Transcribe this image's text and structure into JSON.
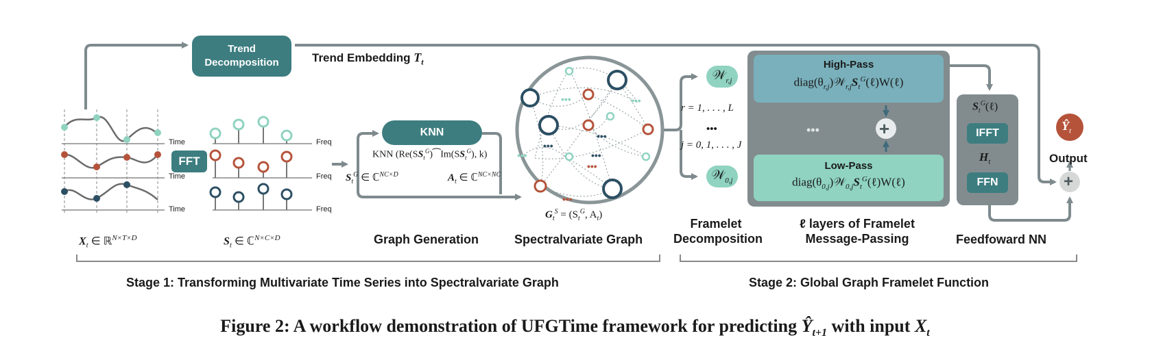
{
  "colors": {
    "teal_dark": "#3d7d80",
    "teal_mid": "#79b0bb",
    "teal_light": "#8fd3c0",
    "gray_panel": "#828c8f",
    "navy": "#2c4f63",
    "rust": "#b5533a",
    "mint": "#88cbb3",
    "arrow": "#7e8a8d"
  },
  "trend": {
    "box_label_1": "Trend",
    "box_label_2": "Decomposition",
    "embedding_label": "Trend Embedding",
    "embedding_symbol": "T",
    "embedding_sub": "t"
  },
  "input": {
    "axis_label": "Time",
    "symbol": "X",
    "symbol_sub": "t",
    "domain": " ∈ ℝ",
    "dims": "N×T×D"
  },
  "fft": {
    "label": "FFT",
    "axis_label": "Freq",
    "symbol": "S",
    "symbol_sub": "t",
    "domain": " ∈ ℂ",
    "dims": "N×C×D"
  },
  "graph_generation": {
    "knn_label": "KNN",
    "knn_formula": "KNN (Re(S",
    "knn_formula_mid": ")⁀Im(S",
    "knn_formula_end": "), k)",
    "sg_symbol": "S",
    "sg_domain": " ∈ ℂ",
    "sg_dims": "NC×D",
    "a_symbol": "A",
    "a_domain": " ∈ ℂ",
    "a_dims": "NC×NC",
    "title": "Graph Generation"
  },
  "spectral_graph": {
    "formula": "G",
    "formula_rest": " = (S",
    "formula_end": ", A",
    "formula_close": ")",
    "title": "Spectralvariate Graph"
  },
  "framelet": {
    "w_rj": "𝒲",
    "w_rj_sub": "r,j",
    "w_0j": "𝒲",
    "w_0j_sub": "0,j",
    "r_range": "r = 1, . . . , L",
    "dots": "•••",
    "j_range": "j = 0, 1, . . . , J",
    "title_1": "Framelet",
    "title_2": "Decomposition"
  },
  "message_passing": {
    "high_title": "High-Pass",
    "high_formula": "diag(θ",
    "high_formula_sub": "r,j",
    "high_formula_rest": ")𝒲",
    "high_formula_rest_sub": "r,j",
    "high_formula_end": "S",
    "high_formula_tail": "(ℓ)W(ℓ)",
    "low_title": "Low-Pass",
    "low_formula": "diag(θ",
    "low_formula_sub": "0,j",
    "low_formula_rest": ")𝒲",
    "low_formula_rest_sub": "0,j",
    "low_formula_end": "S",
    "low_formula_tail": "(ℓ)W(ℓ)",
    "dots": "•••",
    "plus": "+",
    "title_1": "ℓ layers of Framelet",
    "title_2": "Message-Passing"
  },
  "ffn": {
    "s_label": "S",
    "s_tail": "(ℓ)",
    "ifft_label": "IFFT",
    "h_label": "H",
    "h_sub": "t",
    "ffn_label": "FFN",
    "title": "Feedfoward NN"
  },
  "output": {
    "y_label": "Ŷ",
    "y_sub": "t",
    "label": "Output",
    "plus": "+"
  },
  "stages": {
    "stage1": "Stage 1: Transforming Multivariate Time Series into Spectralvariate Graph",
    "stage2": "Stage 2: Global Graph Framelet Function"
  },
  "caption": {
    "text": "Figure 2: A workflow demonstration of UFGTime framework for predicting ",
    "y": "Ŷ",
    "y_sub": "t+1",
    "mid": " with input ",
    "x": "X",
    "x_sub": "t"
  }
}
